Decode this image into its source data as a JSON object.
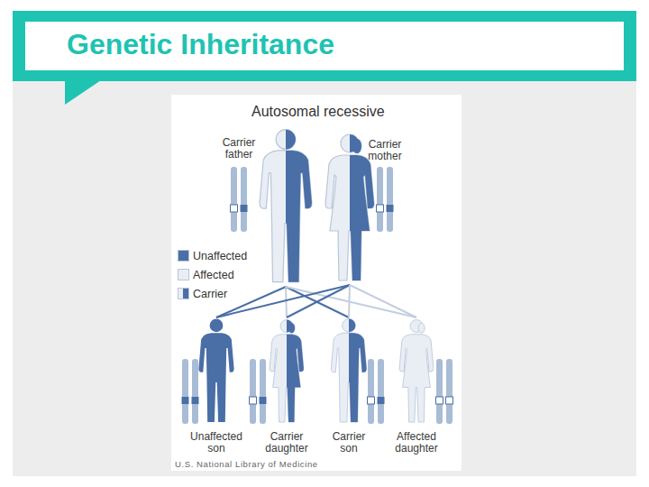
{
  "diagram": {
    "title": "Genetic Inheritance",
    "nodes": [
      {
        "text": [
          "Carrier father"
        ]
      },
      {
        "text": [
          "Carrier mother"
        ]
      },
      {
        "text": [
          "Unaffected son"
        ]
      },
      {
        "text": [
          "Carrier daughter"
        ]
      },
      {
        "text": [
          "Carrier son"
        ]
      },
      {
        "text": [
          "Affected daughter"
        ]
      }
    ],
    "edges": [
      {
        "from": 0,
        "to": 2,
        "arrow": "none"
      },
      {
        "from": 0,
        "to": 3,
        "arrow": "none"
      },
      {
        "from": 0,
        "to": 4,
        "arrow": "none"
      },
      {
        "from": 0,
        "to": 5,
        "arrow": "none"
      },
      {
        "from": 1,
        "to": 2,
        "arrow": "none"
      },
      {
        "from": 1,
        "to": 3,
        "arrow": "none"
      },
      {
        "from": 1,
        "to": 4,
        "arrow": "none"
      },
      {
        "from": 1,
        "to": 5,
        "arrow": "none"
      }
    ],
    "labels": [
      "Autosomal recessive",
      "U.S. National Library of Medicine"
    ],
    "legend": [
      {
        "text": "Unaffected",
        "color": "#4a6ea6"
      },
      {
        "text": "Affected",
        "color": "#e9eef5"
      },
      {
        "text": "Carrier"
      }
    ]
  }
}
